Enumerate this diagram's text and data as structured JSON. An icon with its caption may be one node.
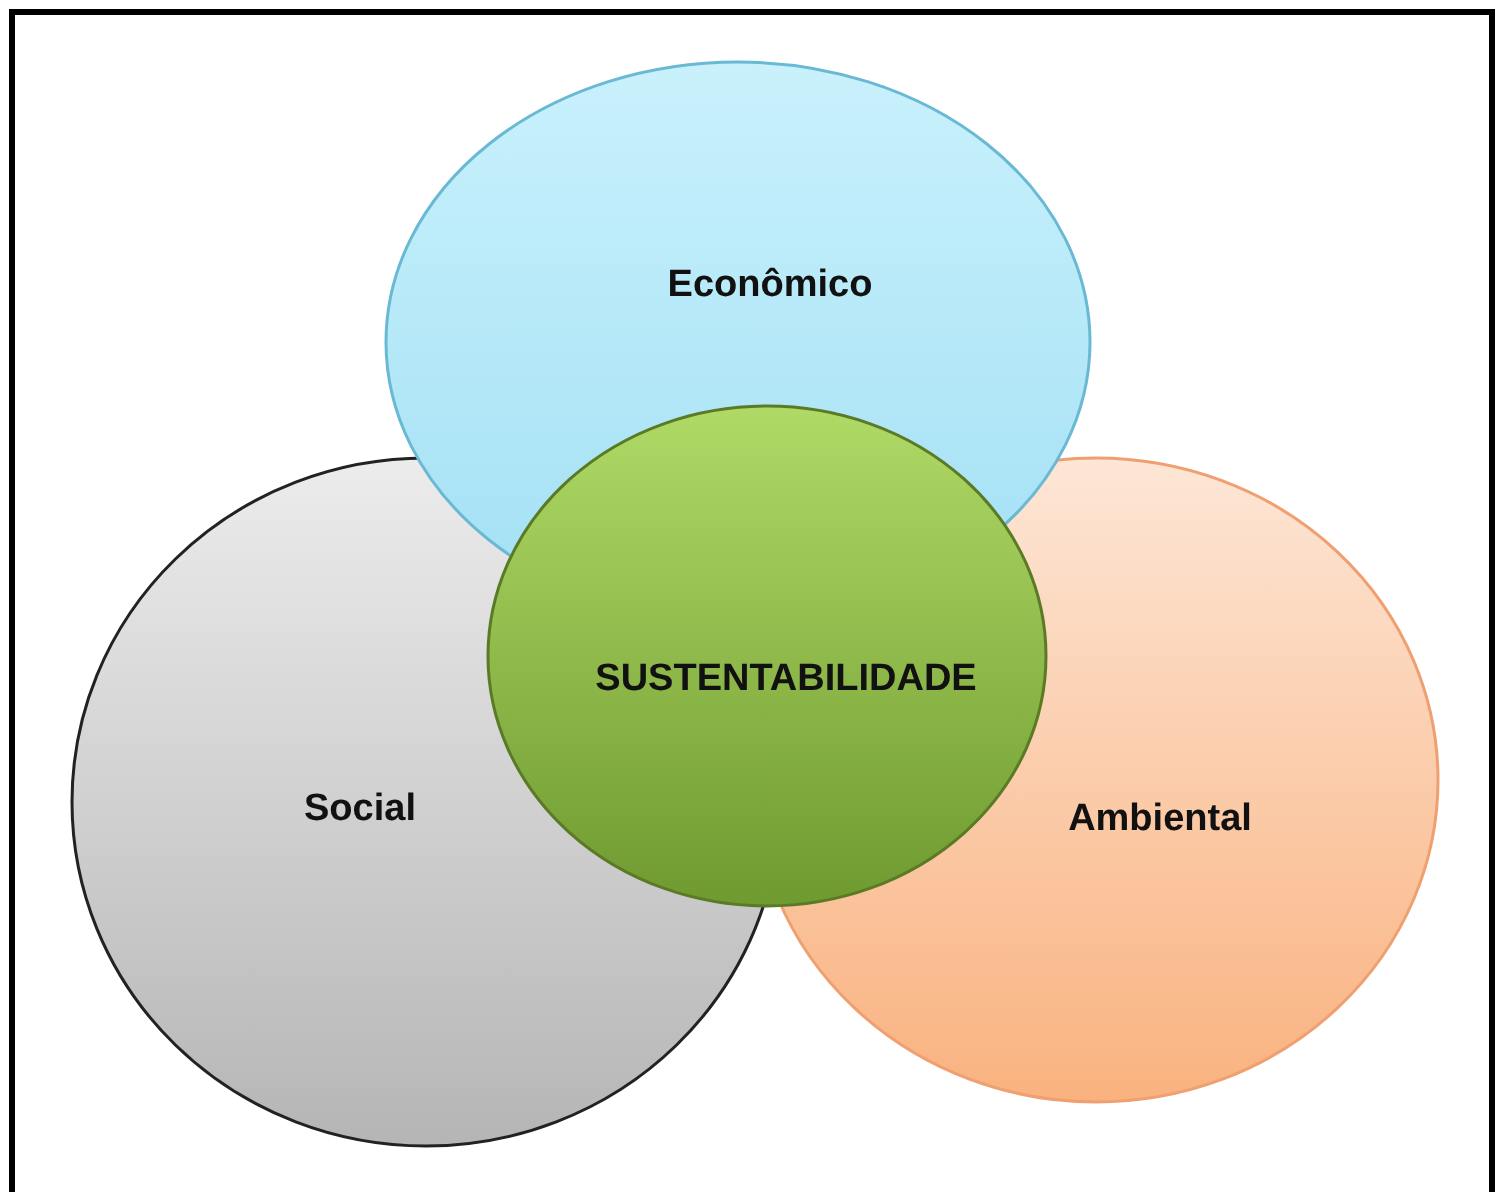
{
  "diagram": {
    "nodes": [
      {
        "text": [
          "Econômico"
        ]
      },
      {
        "text": [
          "SUSTENTABILIDADE"
        ]
      },
      {
        "text": [
          "Social"
        ]
      },
      {
        "text": [
          "Ambiental"
        ]
      }
    ]
  }
}
